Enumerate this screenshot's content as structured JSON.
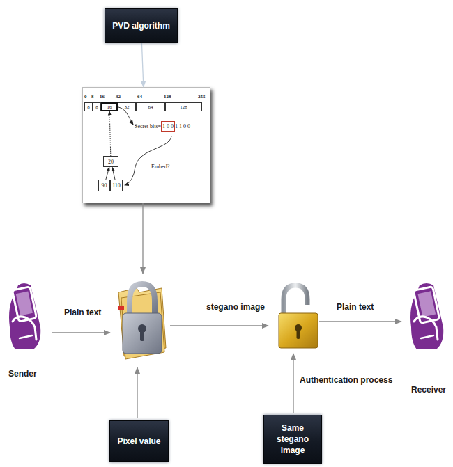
{
  "diagram": {
    "nodes": [
      {
        "text": [
          "PVD algorithm"
        ]
      },
      {
        "text": [
          "Secret bits= 1 0 0 1 1 0 0",
          "Embed?"
        ]
      },
      {
        "text": [
          "8"
        ],
        "in": 1
      },
      {
        "text": [
          "8"
        ],
        "in": 1
      },
      {
        "text": [
          "16"
        ],
        "in": 1
      },
      {
        "text": [
          "32"
        ],
        "in": 1
      },
      {
        "text": [
          "64"
        ],
        "in": 1
      },
      {
        "text": [
          "128"
        ],
        "in": 1
      },
      {
        "text": [
          "20"
        ],
        "in": 1
      },
      {
        "text": [
          "90"
        ],
        "in": 1
      },
      {
        "text": [
          "110"
        ],
        "in": 1
      },
      {
        "text": [
          "Pixel value"
        ]
      },
      {
        "text": [
          "Same stegano image"
        ]
      }
    ],
    "edges": [
      {
        "from": 0,
        "to": 1,
        "arrow": "to"
      },
      {
        "from": 8,
        "to": 4,
        "arrow": "to"
      },
      {
        "from": 9,
        "to": 8,
        "arrow": "to"
      },
      {
        "from": 10,
        "to": 8,
        "arrow": "to"
      }
    ],
    "labels": [
      "0",
      "8",
      "16",
      "32",
      "64",
      "128",
      "255",
      "Plain text",
      "Sender",
      "stegano image",
      "Plain text",
      "Authentication process",
      "Receiver"
    ]
  }
}
